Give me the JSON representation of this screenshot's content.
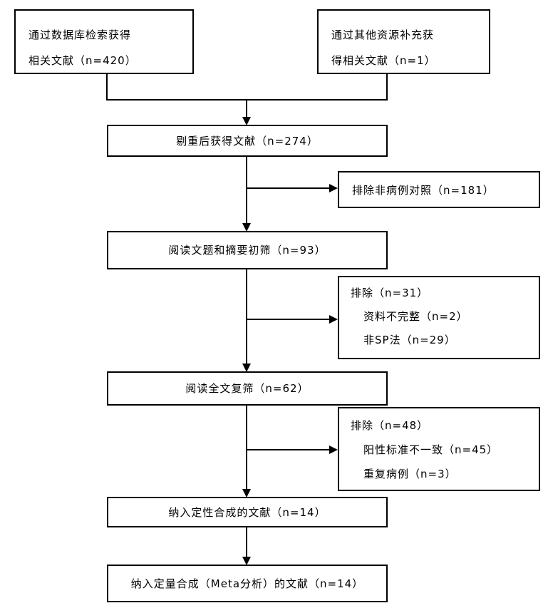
{
  "source_left": {
    "line1": "通过数据库检索获得",
    "line2": "相关文献（n=420）"
  },
  "source_right": {
    "line1": "通过其他资源补充获",
    "line2": "得相关文献（n=1）"
  },
  "dedup": "剔重后获得文献（n=274）",
  "exclude1": "排除非病例对照（n=181）",
  "screen_title_abstract": "阅读文题和摘要初筛（n=93）",
  "exclude2": {
    "title": "排除（n=31）",
    "items": [
      "资料不完整（n=2）",
      "非SP法（n=29）"
    ]
  },
  "screen_fulltext": "阅读全文复筛（n=62）",
  "exclude3": {
    "title": "排除（n=48）",
    "items": [
      "阳性标准不一致（n=45）",
      "重复病例（n=3）"
    ]
  },
  "qualitative": "纳入定性合成的文献（n=14）",
  "quantitative": "纳入定量合成（Meta分析）的文献（n=14）"
}
